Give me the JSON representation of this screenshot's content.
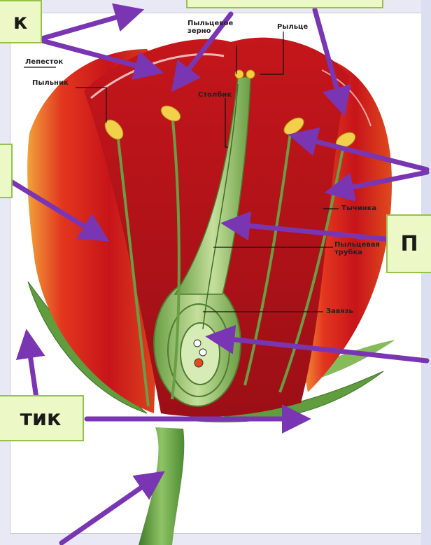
{
  "diagram": {
    "labels": {
      "petal": "Лепесток",
      "anther": "Пыльник",
      "pollen_grain": "Пыльцевое зерно",
      "stigma": "Рыльце",
      "style": "Столбик",
      "stamen": "Тычинка",
      "pollen_tube": "Пыльцевая трубка",
      "ovary": "Завязь"
    },
    "overlay_tags": {
      "top_left": "к",
      "left_middle": "",
      "right_middle": "П",
      "bottom_left": "тик"
    },
    "colors": {
      "arrow": "#7a35b3",
      "tag_fill": "#ecf8c6",
      "tag_border": "#95c24a",
      "petal_red": "#d9261c",
      "stem_green": "#5f9d3f"
    }
  }
}
